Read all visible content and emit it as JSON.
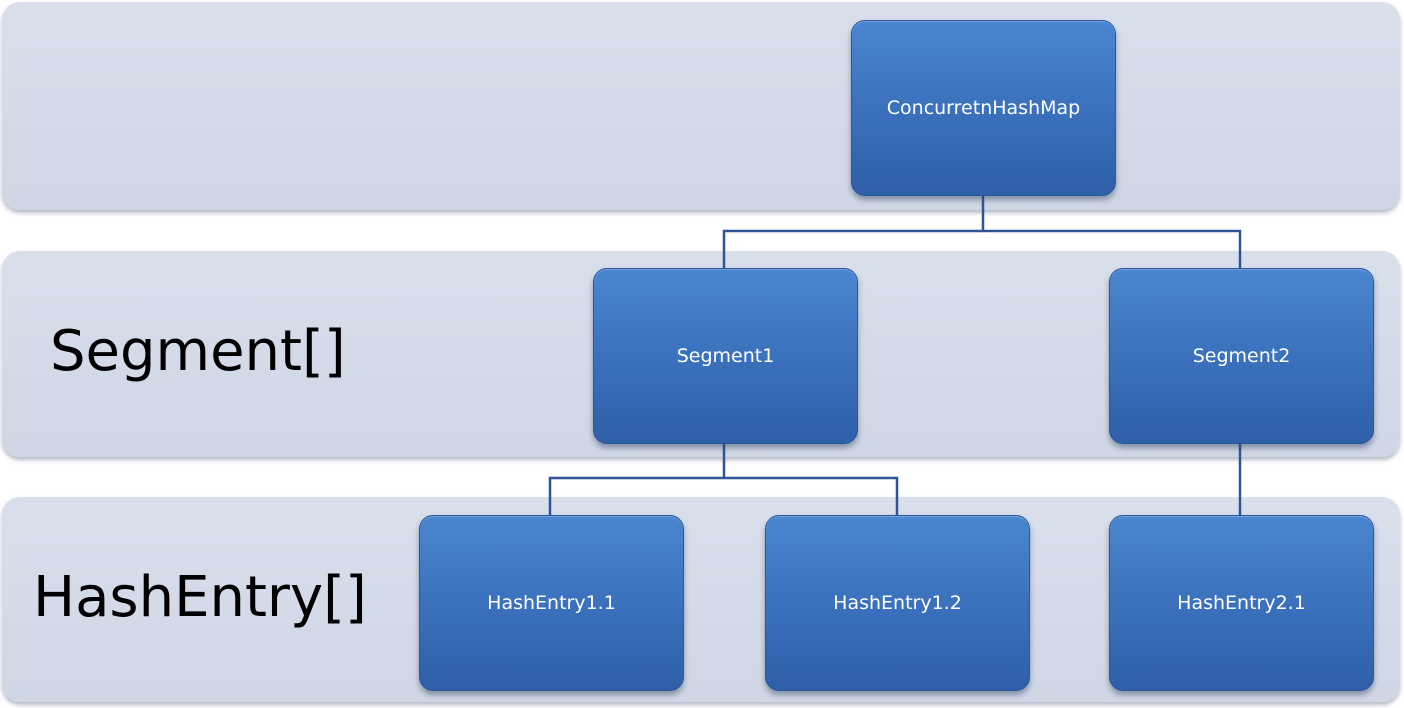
{
  "levels": {
    "segment_label": "Segment[]",
    "hashentry_label": "HashEntry[]"
  },
  "nodes": {
    "root": "ConcurretnHashMap",
    "segment1": "Segment1",
    "segment2": "Segment2",
    "hashentry_1_1": "HashEntry1.1",
    "hashentry_1_2": "HashEntry1.2",
    "hashentry_2_1": "HashEntry2.1"
  },
  "colors": {
    "node_fill": "#3c73bf",
    "node_text": "#ffffff",
    "band_fill": "#d3d9e6",
    "connector": "#2f5597"
  }
}
